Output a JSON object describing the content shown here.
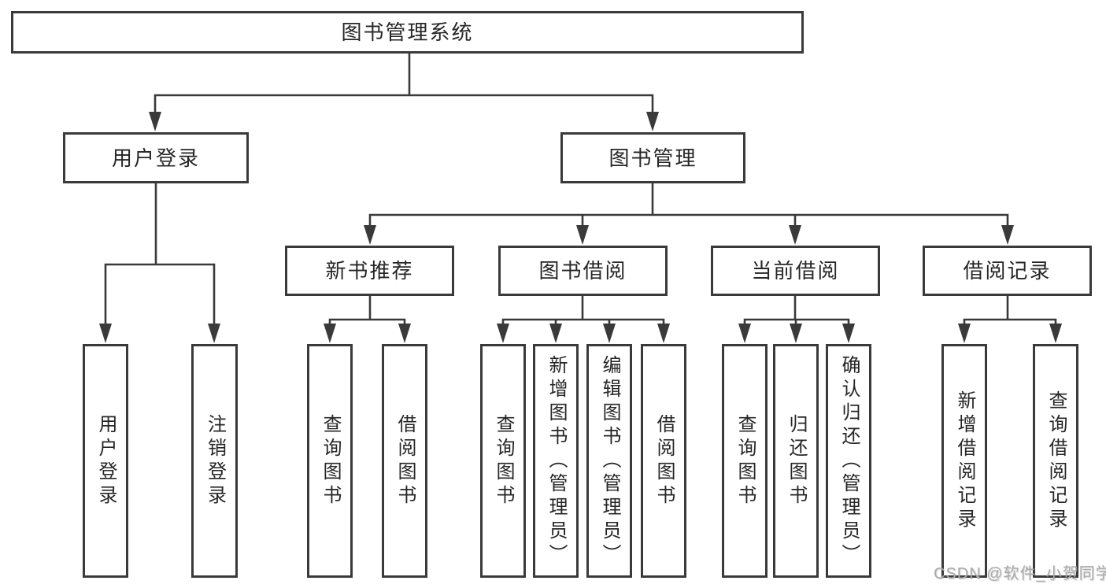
{
  "diagram": {
    "title": "图书管理系统",
    "watermark": "CSDN @软件_小贺同学",
    "colors": {
      "background": "#ffffff",
      "line": "#3a3a3a",
      "box_border": "#3a3a3a",
      "text": "#262626",
      "watermark": "#ababab"
    },
    "root": {
      "label": "图书管理系统"
    },
    "level2": {
      "user_login": {
        "label": "用户登录"
      },
      "book_management": {
        "label": "图书管理"
      }
    },
    "level3": {
      "new_book_recommend": {
        "label": "新书推荐"
      },
      "book_borrow": {
        "label": "图书借阅"
      },
      "current_borrow": {
        "label": "当前借阅"
      },
      "borrow_records": {
        "label": "借阅记录"
      }
    },
    "leaves": {
      "user_login_leaf": {
        "label": "用户登录",
        "parent": "用户登录"
      },
      "logout_leaf": {
        "label": "注销登录",
        "parent": "用户登录"
      },
      "query_books_recommend": {
        "label": "查询图书",
        "parent": "新书推荐"
      },
      "borrow_books_recommend": {
        "label": "借阅图书",
        "parent": "新书推荐"
      },
      "query_books_borrow": {
        "label": "查询图书",
        "parent": "图书借阅"
      },
      "add_books_admin": {
        "label": "新增图书（管理员）",
        "parent": "图书借阅"
      },
      "edit_books_admin": {
        "label": "编辑图书（管理员）",
        "parent": "图书借阅"
      },
      "borrow_books_borrow": {
        "label": "借阅图书",
        "parent": "图书借阅"
      },
      "query_books_current": {
        "label": "查询图书",
        "parent": "当前借阅"
      },
      "return_books": {
        "label": "归还图书",
        "parent": "当前借阅"
      },
      "confirm_return_admin": {
        "label": "确认归还（管理员）",
        "parent": "当前借阅"
      },
      "add_borrow_record": {
        "label": "新增借阅记录",
        "parent": "借阅记录"
      },
      "query_borrow_record": {
        "label": "查询借阅记录",
        "parent": "借阅记录"
      }
    }
  }
}
